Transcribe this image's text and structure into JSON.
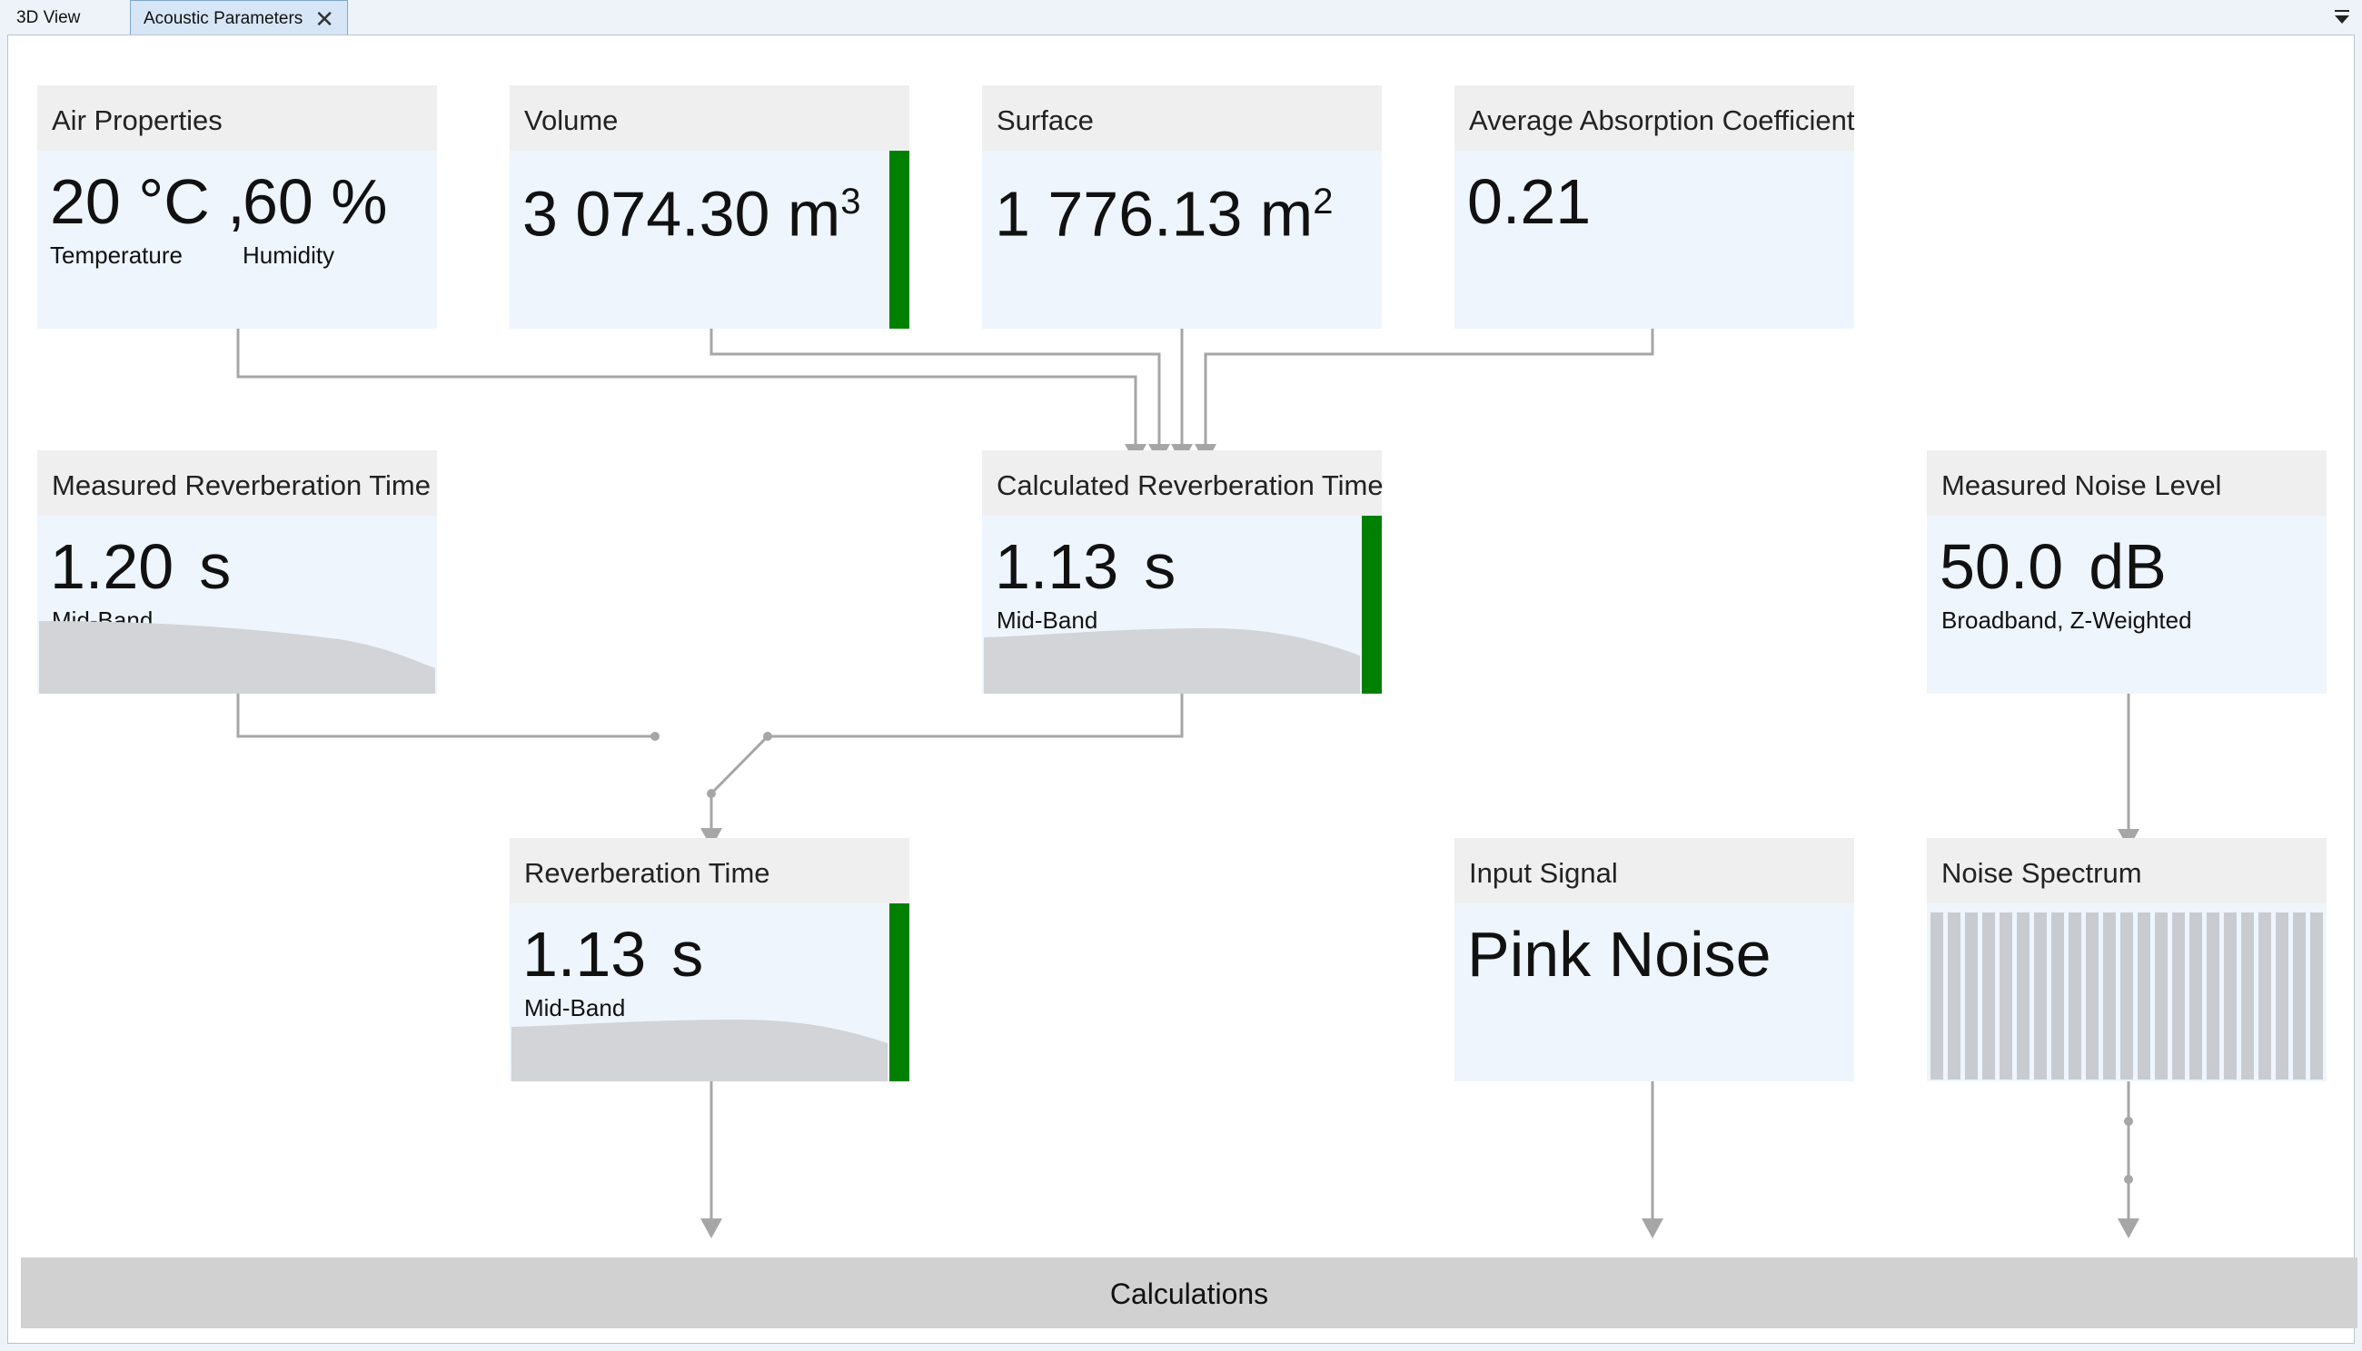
{
  "tabs": {
    "view3d": "3D View",
    "acoustic": "Acoustic Parameters",
    "close_icon": "close-icon",
    "menu_icon": "chevron-down-icon"
  },
  "cards": {
    "air": {
      "title": "Air Properties",
      "temperature": "20 °C ,",
      "temperature_label": "Temperature",
      "humidity": "60 %",
      "humidity_label": "Humidity"
    },
    "volume": {
      "title": "Volume",
      "value": "3 074.30 m",
      "unit_sup": "3",
      "status": "ok"
    },
    "surface": {
      "title": "Surface",
      "value": "1 776.13 m",
      "unit_sup": "2"
    },
    "absorption": {
      "title": "Average Absorption Coefficient",
      "value": "0.21"
    },
    "measured_rt": {
      "title": "Measured Reverberation Time",
      "value": "1.20",
      "unit": "s",
      "sub": "Mid-Band"
    },
    "calculated_rt": {
      "title": "Calculated Reverberation Time",
      "value": "1.13",
      "unit": "s",
      "sub": "Mid-Band",
      "status": "ok"
    },
    "noise_level": {
      "title": "Measured Noise Level",
      "value": "50.0",
      "unit": "dB",
      "sub": "Broadband, Z-Weighted"
    },
    "rt": {
      "title": "Reverberation Time",
      "value": "1.13",
      "unit": "s",
      "sub": "Mid-Band",
      "status": "ok"
    },
    "input_signal": {
      "title": "Input Signal",
      "value": "Pink Noise"
    },
    "noise_spectrum": {
      "title": "Noise Spectrum"
    }
  },
  "calculations": {
    "label": "Calculations"
  },
  "colors": {
    "status_ok": "#008000",
    "wire": "#a6a6a6",
    "curve_fill": "#d2d4d7",
    "card_body": "#eef5fd",
    "card_header": "#efefef",
    "spectrum_bar": "#c8ccd1"
  }
}
